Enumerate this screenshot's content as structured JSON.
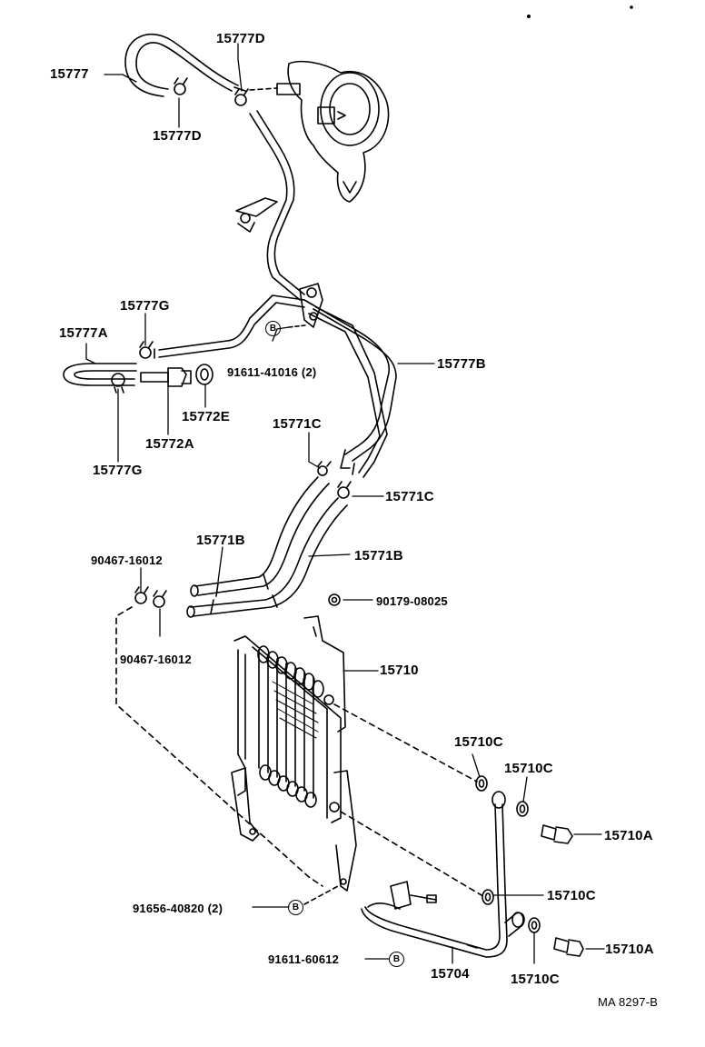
{
  "diagram_code": "MA 8297-B",
  "bolt_marker": "B",
  "parts": {
    "p15777": "15777",
    "p15777D_top": "15777D",
    "p15777D_bottom": "15777D",
    "p15777G_top": "15777G",
    "p15777A": "15777A",
    "p15777G_bottom": "15777G",
    "p15772A": "15772A",
    "p15772E": "15772E",
    "p91611_41016": "91611-41016 (2)",
    "p15777B": "15777B",
    "p15771C_top": "15771C",
    "p15771C_right": "15771C",
    "p15771B_left": "15771B",
    "p15771B_right": "15771B",
    "p90467_top": "90467-16012",
    "p90467_bottom": "90467-16012",
    "p90179": "90179-08025",
    "p15710": "15710",
    "p15710C_a": "15710C",
    "p15710C_b": "15710C",
    "p15710A_top": "15710A",
    "p15710C_c": "15710C",
    "p91656": "91656-40820 (2)",
    "p91611_60612": "91611-60612",
    "p15704": "15704",
    "p15710C_d": "15710C",
    "p15710A_bottom": "15710A"
  }
}
